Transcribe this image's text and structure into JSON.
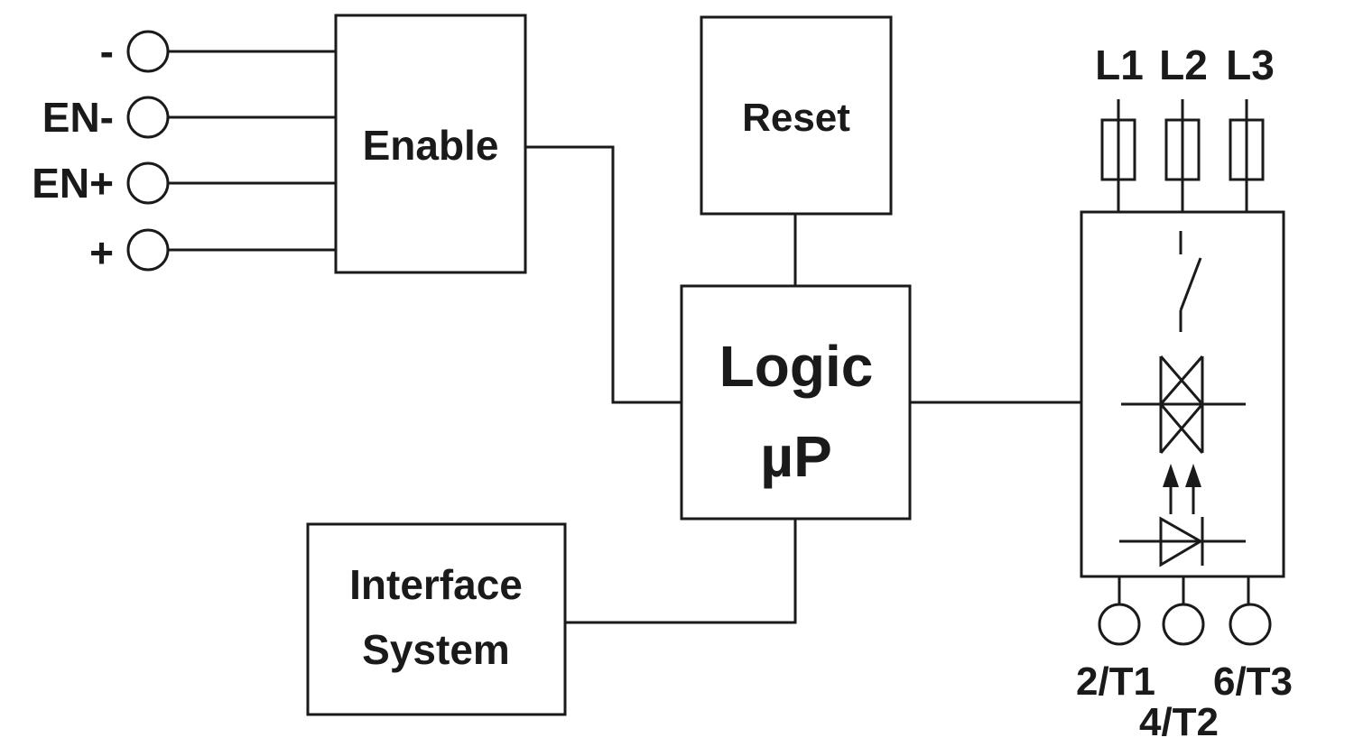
{
  "inputs": {
    "minus_label": "-",
    "en_minus_label": "EN-",
    "en_plus_label": "EN+",
    "plus_label": "+"
  },
  "blocks": {
    "enable": "Enable",
    "reset": "Reset",
    "logic_line1": "Logic",
    "logic_line2": "µP",
    "interface_line1": "Interface",
    "interface_line2": "System"
  },
  "phases": {
    "l1": "L1",
    "l2": "L2",
    "l3": "L3"
  },
  "outputs": {
    "t1": "2/T1",
    "t2": "4/T2",
    "t3": "6/T3"
  }
}
